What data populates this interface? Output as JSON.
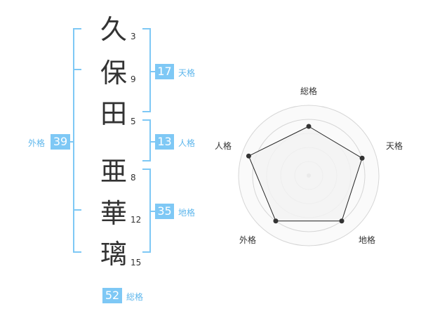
{
  "name": {
    "surname": [
      {
        "char": "久",
        "strokes": "3"
      },
      {
        "char": "保",
        "strokes": "9"
      },
      {
        "char": "田",
        "strokes": "5"
      }
    ],
    "given": [
      {
        "char": "亜",
        "strokes": "8"
      },
      {
        "char": "華",
        "strokes": "12"
      },
      {
        "char": "璃",
        "strokes": "15"
      }
    ]
  },
  "fortunes": {
    "tenkaku": {
      "label": "天格",
      "value": "17"
    },
    "jinkaku": {
      "label": "人格",
      "value": "13"
    },
    "chikaku": {
      "label": "地格",
      "value": "35"
    },
    "gaikaku": {
      "label": "外格",
      "value": "39"
    },
    "soukaku": {
      "label": "総格",
      "value": "52"
    }
  },
  "radar": {
    "axes": [
      "総格",
      "天格",
      "地格",
      "外格",
      "人格"
    ],
    "values": [
      0.7,
      0.8,
      0.8,
      0.8,
      0.9
    ],
    "max": 1,
    "rings": 5,
    "colors": {
      "fill": "#f2f2f2",
      "line": "#222222",
      "grid": "#d6d6d6",
      "point": "#333333"
    }
  },
  "colors": {
    "accent": "#7ec8f5",
    "label_text": "#5fb7ec"
  }
}
